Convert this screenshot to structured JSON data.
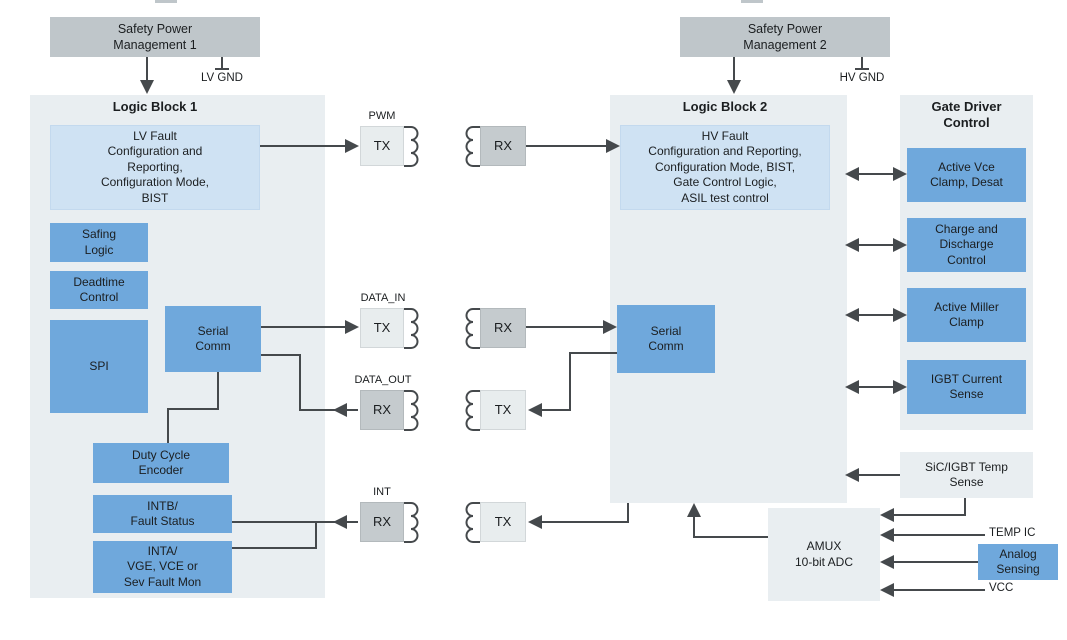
{
  "power1": {
    "title": "Safety Power\nManagement 1",
    "gnd_label": "LV GND"
  },
  "power2": {
    "title": "Safety Power\nManagement 2",
    "gnd_label": "HV GND"
  },
  "logic1": {
    "title": "Logic Block 1",
    "lv_fault": "LV Fault\nConfiguration and\nReporting,\nConfiguration Mode,\nBIST",
    "safing": "Safing\nLogic",
    "deadtime": "Deadtime\nControl",
    "spi": "SPI",
    "serial": "Serial\nComm",
    "duty": "Duty Cycle\nEncoder",
    "intb": "INTB/\nFault Status",
    "inta": "INTA/\nVGE, VCE or\nSev Fault Mon"
  },
  "logic2": {
    "title": "Logic Block 2",
    "hv_fault": "HV Fault\nConfiguration and Reporting,\nConfiguration Mode, BIST,\nGate Control Logic,\nASIL test control",
    "serial": "Serial\nComm"
  },
  "gate_driver": {
    "title": "Gate Driver\nControl",
    "active_vce": "Active Vce\nClamp, Desat",
    "charge": "Charge and\nDischarge\nControl",
    "miller": "Active Miller\nClamp",
    "igbt": "IGBT Current\nSense"
  },
  "channels": [
    {
      "label": "PWM",
      "left": "TX",
      "right": "RX"
    },
    {
      "label": "DATA_IN",
      "left": "TX",
      "right": "RX"
    },
    {
      "label": "DATA_OUT",
      "left": "RX",
      "right": "TX"
    },
    {
      "label": "INT",
      "left": "RX",
      "right": "TX"
    }
  ],
  "sensing": {
    "temp_sense": "SiC/IGBT Temp\nSense",
    "amux": "AMUX\n10-bit ADC",
    "analog": "Analog\nSensing",
    "temp_ic": "TEMP IC",
    "vcc": "VCC"
  },
  "colors": {
    "block_blue": "#6fa8dc",
    "light_blue": "#cfe2f3",
    "power_gray": "#bfc6ca",
    "cell_gray": "#c5cbce",
    "cell_light": "#e8edee",
    "panel": "#e9eef1",
    "line": "#45494c"
  }
}
